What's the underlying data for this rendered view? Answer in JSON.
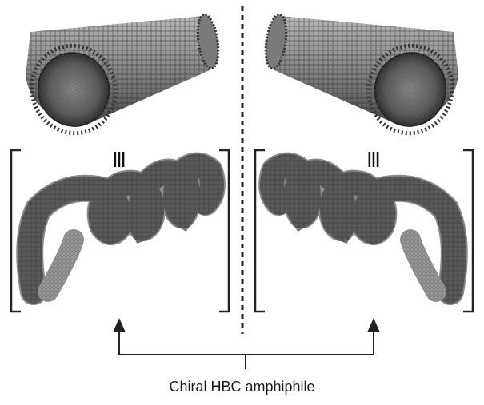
{
  "figure": {
    "caption": "Chiral HBC amphiphile",
    "left_panel_symbol": "Ⅲ",
    "right_panel_symbol": "Ⅲ"
  },
  "colors": {
    "molecule_dark": "#3a3a3a",
    "molecule_light": "#9a9a9a",
    "line": "#222222",
    "background": "#ffffff"
  },
  "icons": {
    "tube": "nanotube-structure",
    "coil": "coiled-ribbon-structure",
    "arrow": "arrow-up-icon"
  }
}
